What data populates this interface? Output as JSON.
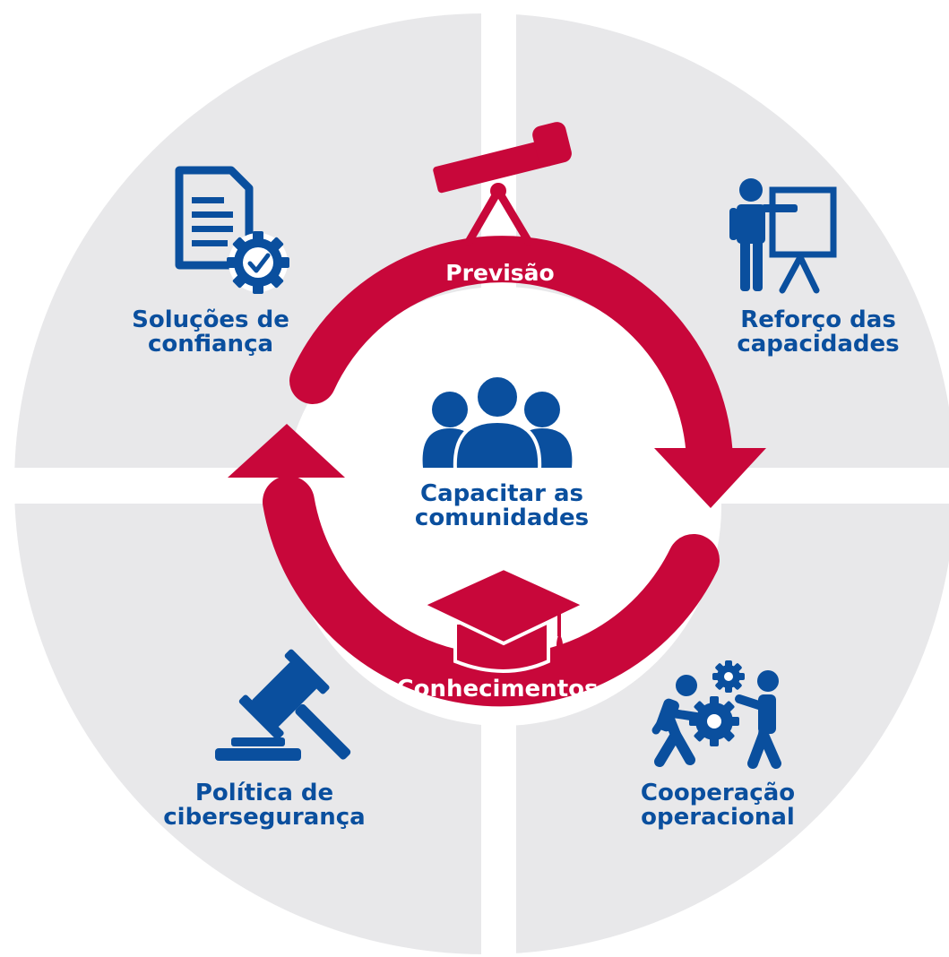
{
  "colors": {
    "background": "#ffffff",
    "quadrant": "#e8e8ea",
    "accent_red": "#c8073a",
    "brand_blue": "#0a4f9e"
  },
  "center": {
    "icon": "people-group-icon",
    "line1": "Capacitar as",
    "line2": "comunidades"
  },
  "cycle": {
    "top_label": "Previsão",
    "top_icon": "telescope-icon",
    "bottom_label": "Conhecimentos",
    "bottom_icon": "graduation-cap-icon"
  },
  "quadrants": [
    {
      "id": "top-left",
      "icon": "document-gear-icon",
      "line1": "Soluções de",
      "line2": "confiança"
    },
    {
      "id": "top-right",
      "icon": "presenter-board-icon",
      "line1": "Reforço das",
      "line2": "capacidades"
    },
    {
      "id": "bottom-left",
      "icon": "gavel-icon",
      "line1": "Política de",
      "line2": "cibersegurança"
    },
    {
      "id": "bottom-right",
      "icon": "teamwork-gears-icon",
      "line1": "Cooperação",
      "line2": "operacional"
    }
  ]
}
